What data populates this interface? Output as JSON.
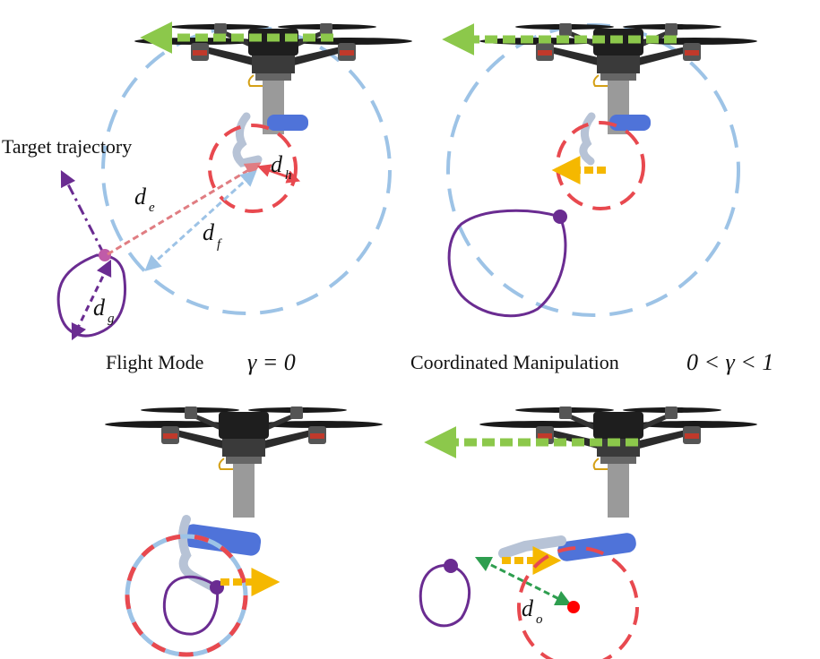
{
  "labels": {
    "target_trajectory": "Target trajectory",
    "caption_flight": "Flight Mode",
    "caption_flight_math": "γ = 0",
    "caption_coord": "Coordinated Manipulation",
    "caption_coord_math": "0 < γ < 1",
    "d_e": "d",
    "d_e_sub": "e",
    "d_f": "d",
    "d_f_sub": "f",
    "d_h": "d",
    "d_h_sub": "h",
    "d_g": "d",
    "d_g_sub": "g",
    "d_o": "d",
    "d_o_sub": "o"
  },
  "colors": {
    "velocity_arrow": "#8cc84b",
    "workspace_circle": "#9dc3e6",
    "grasp_circle": "#e8494f",
    "trajectory": "#6a2c91",
    "arm_link": "#4f73d9",
    "gripper_arrow": "#f5b800",
    "obstacle_distance": "#2e9e4f",
    "target_point": "#ff0000"
  }
}
